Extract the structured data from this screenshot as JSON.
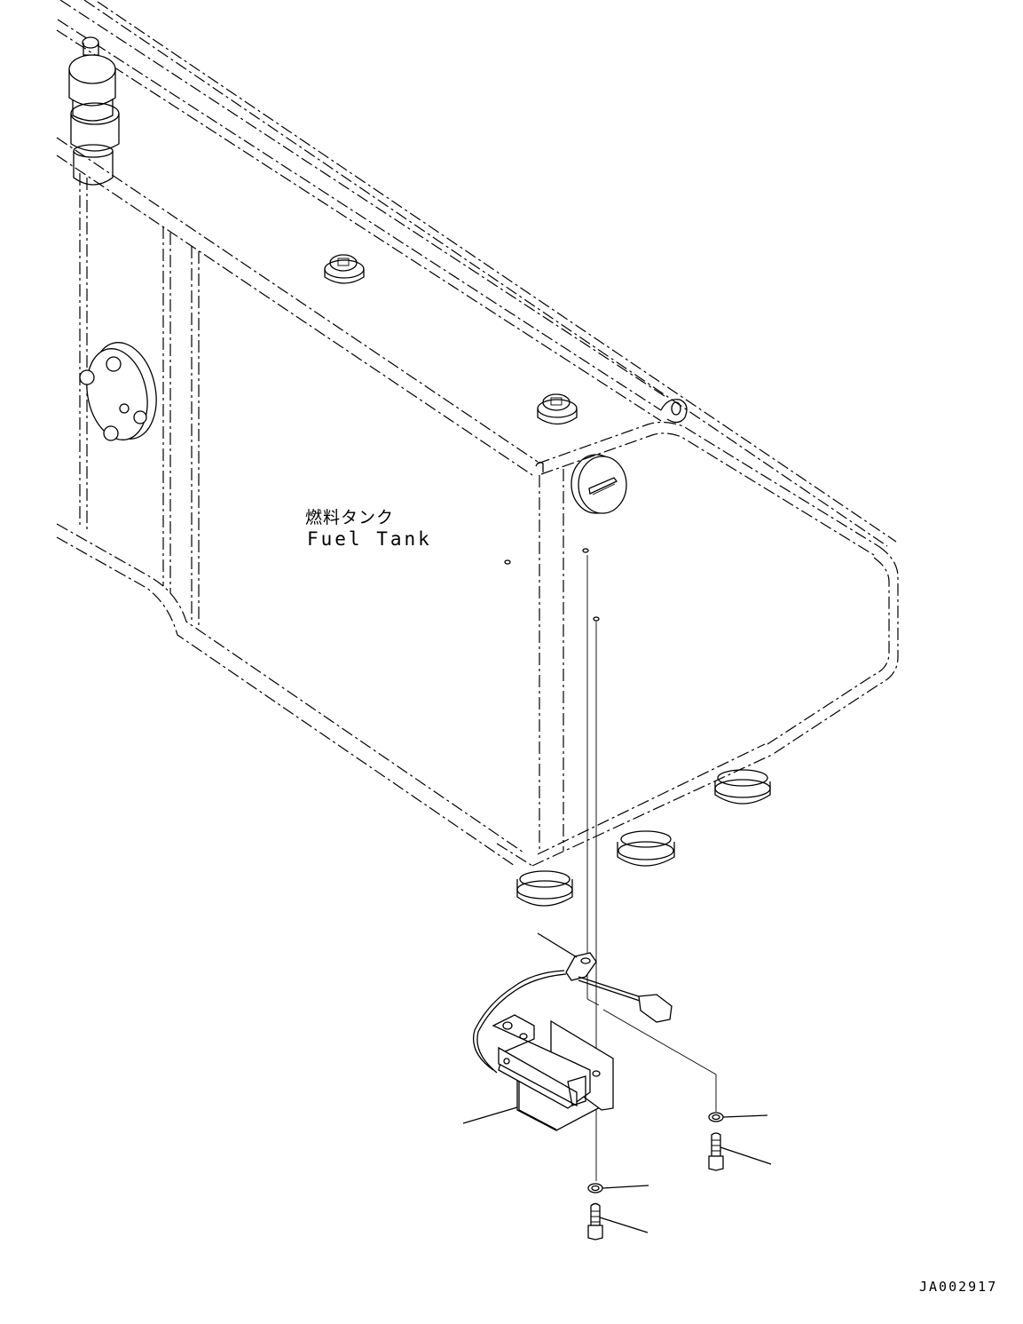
{
  "diagram": {
    "type": "exploded parts assembly (isometric line drawing)",
    "main_part": {
      "label_jp": "燃料タンク",
      "label_en": "Fuel Tank"
    },
    "components": [
      {
        "name": "fuel-tank",
        "description": "Fuel tank body (dashed outline)"
      },
      {
        "name": "filler-cap",
        "description": "Round cap on tank front face"
      },
      {
        "name": "breather-plugs",
        "description": "Two small plugs on tank top"
      },
      {
        "name": "inspection-cover",
        "description": "Round bolted cover on tank side"
      },
      {
        "name": "mount-cushions",
        "description": "Rubber mount cushions under tank"
      },
      {
        "name": "sensor-clamp",
        "description": "Clamp with wire harness and connector"
      },
      {
        "name": "bracket-assembly",
        "description": "Mounting bracket / box component"
      },
      {
        "name": "washer-1",
        "description": "Washer"
      },
      {
        "name": "bolt-1",
        "description": "Hex bolt"
      },
      {
        "name": "washer-2",
        "description": "Washer"
      },
      {
        "name": "bolt-2",
        "description": "Hex bolt"
      }
    ],
    "leader_lines": 6,
    "drawing_id": "JA002917"
  },
  "colors": {
    "background": "#ffffff",
    "line": "#000000"
  }
}
